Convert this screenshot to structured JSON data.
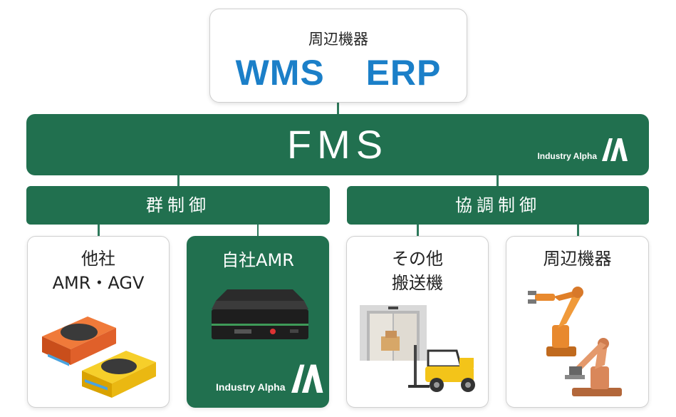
{
  "top_box": {
    "subtitle": "周辺機器",
    "title": "WMS  ERP"
  },
  "fms": {
    "title": "FMS",
    "logo": "Industry Alpha"
  },
  "bands": [
    {
      "label": "群制御"
    },
    {
      "label": "協調制御"
    }
  ],
  "cards": [
    {
      "title_lines": [
        "他社",
        "AMR・AGV"
      ]
    },
    {
      "title_lines": [
        "自社AMR"
      ],
      "logo": "Industry Alpha"
    },
    {
      "title_lines": [
        "その他",
        "搬送機"
      ]
    },
    {
      "title_lines": [
        "周辺機器"
      ]
    }
  ],
  "colors": {
    "brand_green": "#21704f",
    "accent_blue": "#1b7fc8",
    "agv_orange": "#e8642a",
    "agv_yellow": "#f2c21a"
  },
  "icons": [
    "industry-alpha-logo-icon",
    "agv-robot-icon",
    "amr-robot-icon",
    "elevator-icon",
    "forklift-icon",
    "robot-arm-icon"
  ]
}
